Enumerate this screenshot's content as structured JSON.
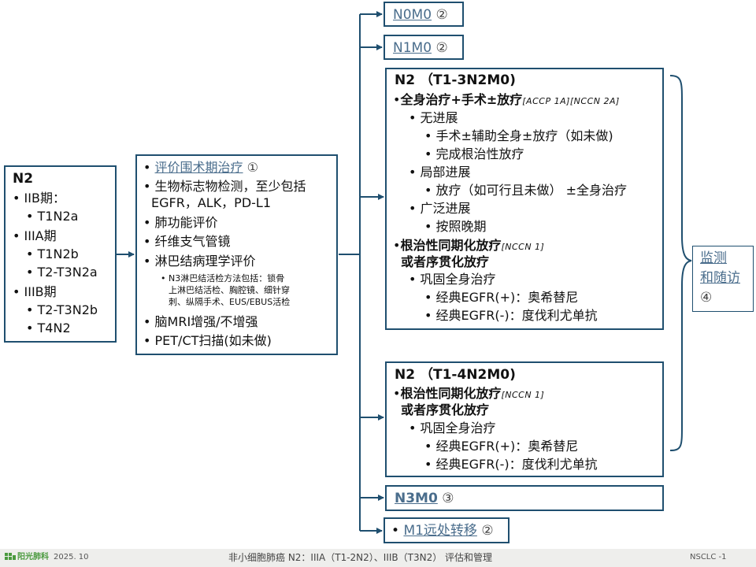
{
  "left_box": {
    "title": "N2",
    "lines": [
      "• IIB期：",
      "• T1N2a",
      "• IIIA期",
      "• T1N2b",
      "• T2-T3N2a",
      "• IIIB期",
      "• T2-T3N2b",
      "• T4N2"
    ]
  },
  "eval_box": {
    "bullet": "•",
    "link_text": "评价围术期治疗",
    "link_num": "①",
    "item2_line1": "• 生物标志物检测，至少包括",
    "item2_line2": "EGFR，ALK，PD-L1",
    "item3": "• 肺功能评价",
    "item4": "• 纤维支气管镜",
    "item5": "• 淋巴结病理学评价",
    "sub_line1": "• N3淋巴结活检方法包括：锁骨",
    "sub_line2": "上淋巴结活检、胸腔镜、细针穿",
    "sub_line3": "刺、纵隔手术、EUS/EBUS活检",
    "item6": "• 脑MRI增强/不增强",
    "item7": "• PET/CT扫描(如未做)"
  },
  "n0m0": {
    "link": "N0M0",
    "num": "②"
  },
  "n1m0": {
    "link": "N1M0",
    "num": "②"
  },
  "box_a": {
    "title": "N2 （T1-3N2M0)",
    "l1_bullet": "•",
    "l1_bold": "全身治疗+手术±放疗",
    "l1_ref": "[ACCP 1A][NCCN 2A]",
    "l2": "• 无进展",
    "l3": "• 手术±辅助全身±放疗（如未做)",
    "l4": "• 完成根治性放疗",
    "l5": "• 局部进展",
    "l6": "• 放疗（如可行且未做） ±全身治疗",
    "l7": "• 广泛进展",
    "l8": "• 按照晚期",
    "l9_bullet": "•",
    "l9_bold": "根治性同期化放疗",
    "l9_ref": "[NCCN 1]",
    "l10_bold": "或者序贯化放疗",
    "l11": "• 巩固全身治疗",
    "l12": "• 经典EGFR(+)：奥希替尼",
    "l13": "• 经典EGFR(-)：度伐利尤单抗"
  },
  "box_b": {
    "title": "N2 （T1-4N2M0)",
    "l1_bullet": "•",
    "l1_bold": "根治性同期化放疗",
    "l1_ref": "[NCCN 1]",
    "l2_bold": "或者序贯化放疗",
    "l3": "• 巩固全身治疗",
    "l4": "• 经典EGFR(+)：奥希替尼",
    "l5": "• 经典EGFR(-)：度伐利尤单抗"
  },
  "n3m0": {
    "link": "N3M0",
    "num": "③"
  },
  "m1": {
    "bullet": "•",
    "link": "M1远处转移",
    "num": "②"
  },
  "followup": {
    "line1": "监测",
    "line2": "和随访",
    "num": "④"
  },
  "footer": {
    "logo_text": "阳光肺科",
    "date": "2025. 10",
    "caption": "非小细胞肺癌 N2：IIIA（T1-2N2）、IIIB（T3N2） 评估和管理",
    "page_id": "NSCLC -1"
  },
  "colors": {
    "border": "#1f4f6f",
    "link": "#4a6d8c",
    "footer_bg": "#eeeeec",
    "logo": "#4b9a3f"
  }
}
